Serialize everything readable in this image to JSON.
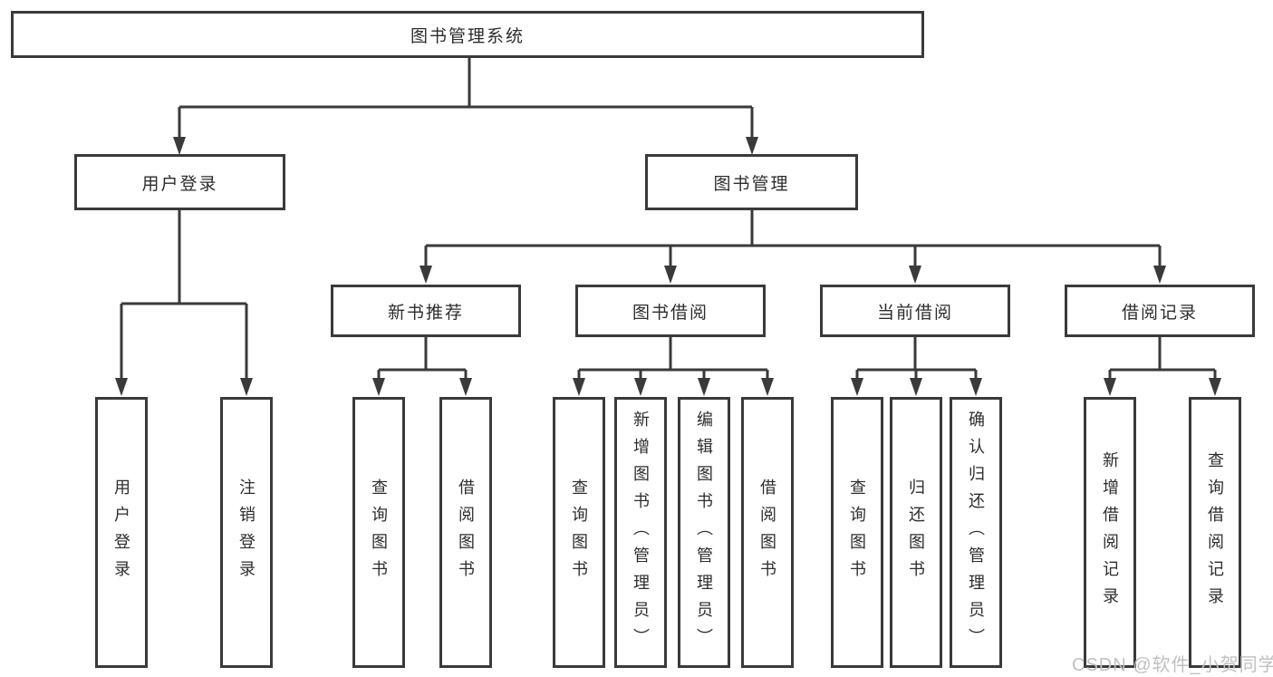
{
  "diagram": {
    "root": "图书管理系统",
    "branches": [
      {
        "label": "用户登录",
        "children": [
          "用户登录",
          "注销登录"
        ]
      },
      {
        "label": "图书管理",
        "children": [
          {
            "label": "新书推荐",
            "children": [
              "查询图书",
              "借阅图书"
            ]
          },
          {
            "label": "图书借阅",
            "children": [
              "查询图书",
              "新增图书（管理员）",
              "编辑图书（管理员）",
              "借阅图书"
            ]
          },
          {
            "label": "当前借阅",
            "children": [
              "查询图书",
              "归还图书",
              "确认归还（管理员）"
            ]
          },
          {
            "label": "借阅记录",
            "children": [
              "新增借阅记录",
              "查询借阅记录"
            ]
          }
        ]
      }
    ]
  },
  "watermark": "CSDN @软件_小贺同学",
  "colors": {
    "line": "#3a3a3a",
    "text": "#2d2d2d",
    "watermark": "#c2bfbf"
  }
}
